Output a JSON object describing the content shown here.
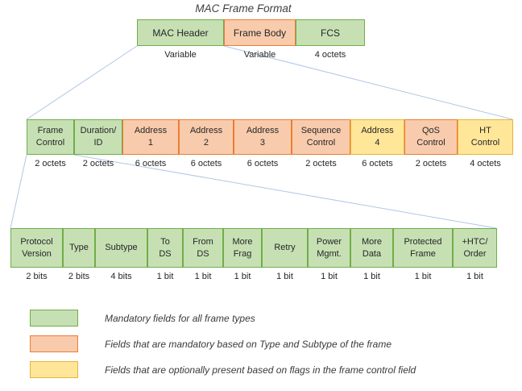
{
  "title": "MAC Frame Format",
  "colors": {
    "green_fill": "#c6e0b4",
    "green_border": "#70ad47",
    "orange_fill": "#f8cbad",
    "orange_border": "#ed7d31",
    "yellow_fill": "#ffe699",
    "yellow_border": "#e8b33c",
    "connector_line": "#b0c7e7"
  },
  "rows": {
    "frame": {
      "cells": [
        {
          "label": "MAC Header",
          "size": "Variable",
          "color": "green"
        },
        {
          "label": "Frame Body",
          "size": "Variable",
          "color": "orange"
        },
        {
          "label": "FCS",
          "size": "4 octets",
          "color": "green"
        }
      ]
    },
    "header": {
      "cells": [
        {
          "label": "Frame\nControl",
          "size": "2 octets",
          "color": "green"
        },
        {
          "label": "Duration/\nID",
          "size": "2 octets",
          "color": "green"
        },
        {
          "label": "Address\n1",
          "size": "6 octets",
          "color": "orange"
        },
        {
          "label": "Address\n2",
          "size": "6 octets",
          "color": "orange"
        },
        {
          "label": "Address\n3",
          "size": "6 octets",
          "color": "orange"
        },
        {
          "label": "Sequence\nControl",
          "size": "2 octets",
          "color": "orange"
        },
        {
          "label": "Address\n4",
          "size": "6 octets",
          "color": "yellow"
        },
        {
          "label": "QoS\nControl",
          "size": "2 octets",
          "color": "orange"
        },
        {
          "label": "HT\nControl",
          "size": "4 octets",
          "color": "yellow"
        }
      ]
    },
    "frame_control": {
      "cells": [
        {
          "label": "Protocol\nVersion",
          "size": "2 bits",
          "color": "green"
        },
        {
          "label": "Type",
          "size": "2 bits",
          "color": "green"
        },
        {
          "label": "Subtype",
          "size": "4 bits",
          "color": "green"
        },
        {
          "label": "To\nDS",
          "size": "1 bit",
          "color": "green"
        },
        {
          "label": "From\nDS",
          "size": "1 bit",
          "color": "green"
        },
        {
          "label": "More\nFrag",
          "size": "1 bit",
          "color": "green"
        },
        {
          "label": "Retry",
          "size": "1 bit",
          "color": "green"
        },
        {
          "label": "Power\nMgmt.",
          "size": "1 bit",
          "color": "green"
        },
        {
          "label": "More\nData",
          "size": "1 bit",
          "color": "green"
        },
        {
          "label": "Protected\nFrame",
          "size": "1 bit",
          "color": "green"
        },
        {
          "label": "+HTC/\nOrder",
          "size": "1 bit",
          "color": "green"
        }
      ]
    }
  },
  "legend": {
    "items": [
      {
        "color": "green",
        "text": "Mandatory fields for all frame types"
      },
      {
        "color": "orange",
        "text": "Fields that are mandatory based on Type and Subtype of the frame"
      },
      {
        "color": "yellow",
        "text": "Fields that are optionally present based on flags in the frame control field"
      }
    ]
  }
}
